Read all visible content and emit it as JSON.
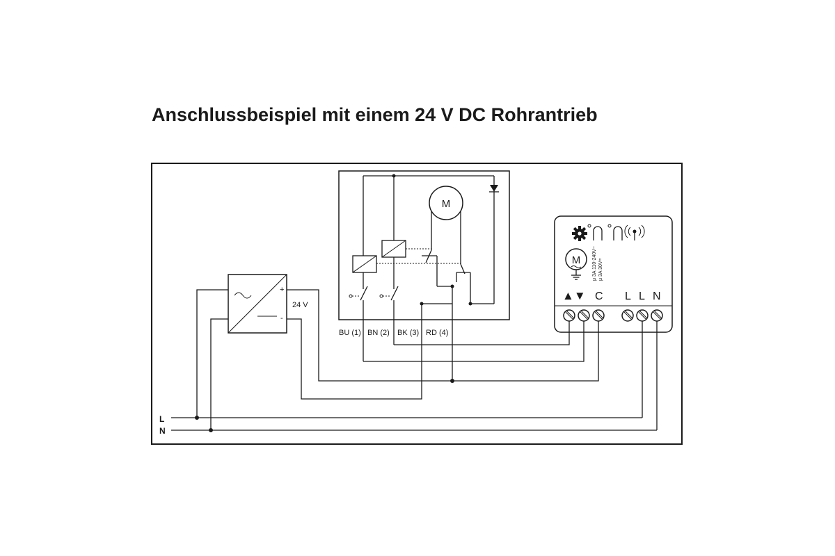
{
  "title": "Anschlussbeispiel mit einem 24 V DC Rohrantrieb",
  "power_supply": {
    "plus": "+",
    "minus": "-",
    "voltage": "24 V"
  },
  "motor_unit": {
    "motor_symbol": "M",
    "wires": [
      "BU (1)",
      "BN (2)",
      "BK (3)",
      "RD (4)"
    ]
  },
  "actuator": {
    "motor_symbol": "M",
    "rating_lines": [
      "μ 3A 110-240V~",
      "μ 3A 30V="
    ],
    "terminal_labels": {
      "up_down": "▲▼",
      "common": "C",
      "l1": "L",
      "l2": "L",
      "n": "N"
    }
  },
  "mains": {
    "l": "L",
    "n": "N"
  },
  "colors": {
    "line": "#1a1a1a",
    "background": "#ffffff"
  },
  "icons": [
    "gear-icon",
    "limit-switch-icon",
    "radio-icon",
    "motor-icon",
    "ground-icon",
    "diode-icon",
    "screw-terminal-icon"
  ]
}
